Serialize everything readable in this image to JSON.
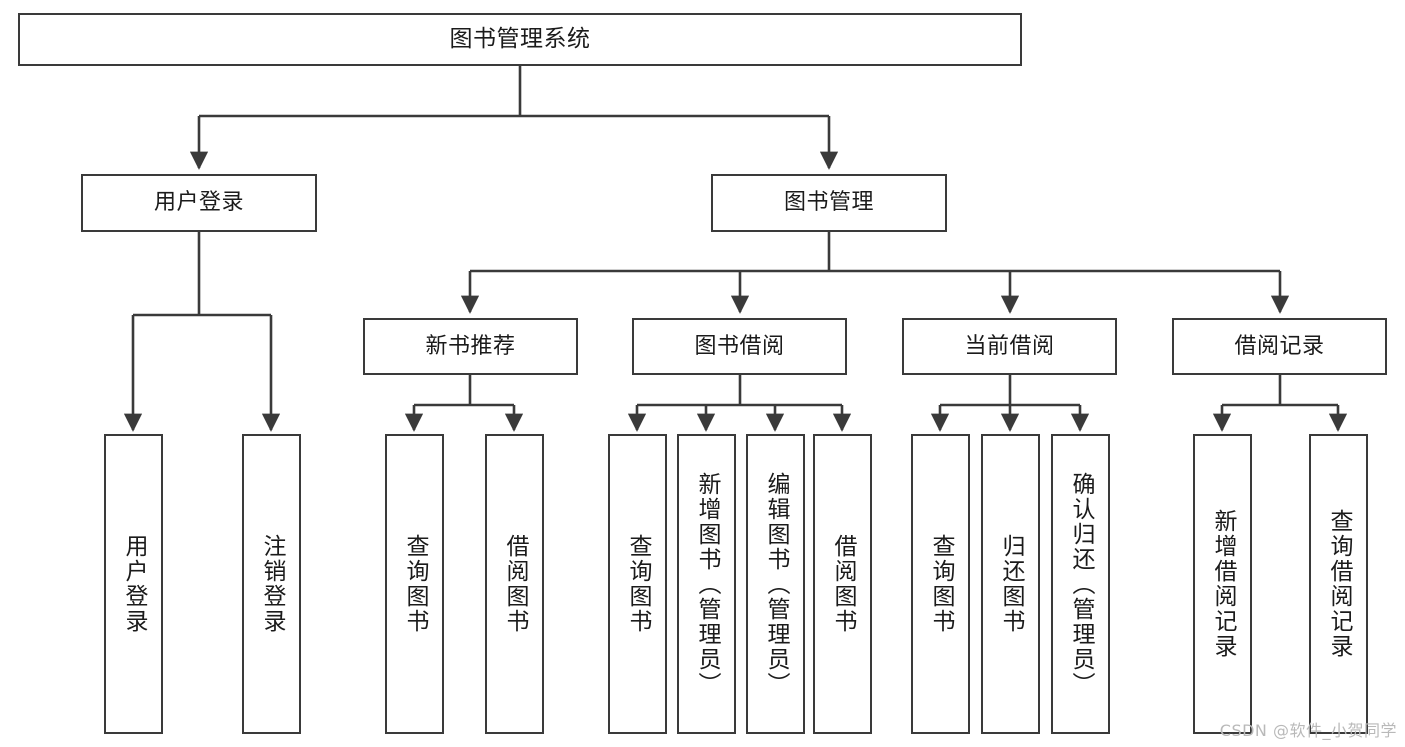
{
  "diagram": {
    "title": "图书管理系统",
    "type": "hierarchy-tree",
    "watermark": "CSDN @软件_小贺同学",
    "colors": {
      "box_border": "#3a3a3a",
      "box_fill": "#ffffff",
      "connector": "#3a3a3a",
      "text": "#1b1b1b",
      "watermark": "#b9b9b9"
    },
    "nodes": {
      "root": {
        "label": "图书管理系统"
      },
      "level2": [
        {
          "label": "用户登录"
        },
        {
          "label": "图书管理"
        }
      ],
      "level3": [
        {
          "label": "新书推荐"
        },
        {
          "label": "图书借阅"
        },
        {
          "label": "当前借阅"
        },
        {
          "label": "借阅记录"
        }
      ],
      "leaves": [
        {
          "label": "用户登录"
        },
        {
          "label": "注销登录"
        },
        {
          "label": "查询图书"
        },
        {
          "label": "借阅图书"
        },
        {
          "label": "查询图书"
        },
        {
          "label": "新增图书（管理员）"
        },
        {
          "label": "编辑图书（管理员）"
        },
        {
          "label": "借阅图书"
        },
        {
          "label": "查询图书"
        },
        {
          "label": "归还图书"
        },
        {
          "label": "确认归还（管理员）"
        },
        {
          "label": "新增借阅记录"
        },
        {
          "label": "查询借阅记录"
        }
      ]
    }
  }
}
